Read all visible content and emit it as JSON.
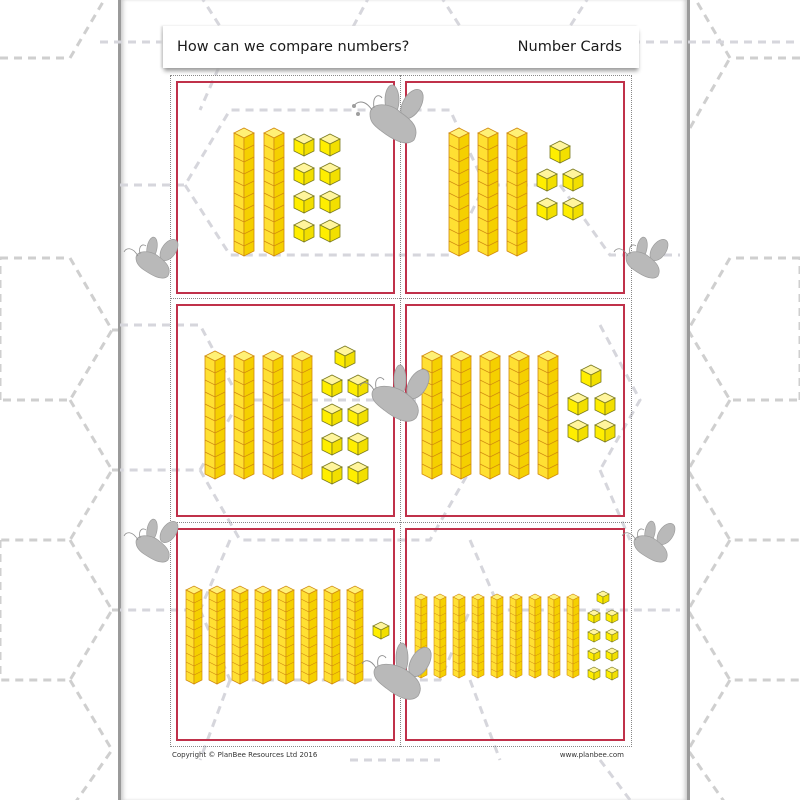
{
  "header": {
    "title": "How can we compare numbers?",
    "section": "Number Cards"
  },
  "cards": [
    {
      "id": 1,
      "tens": 2,
      "ones": 8,
      "value": 28
    },
    {
      "id": 2,
      "tens": 3,
      "ones": 5,
      "value": 35
    },
    {
      "id": 3,
      "tens": 4,
      "ones": 9,
      "value": 49
    },
    {
      "id": 4,
      "tens": 5,
      "ones": 5,
      "value": 55
    },
    {
      "id": 5,
      "tens": 8,
      "ones": 1,
      "value": 81
    },
    {
      "id": 6,
      "tens": 9,
      "ones": 9,
      "value": 99
    }
  ],
  "footer": {
    "copyright": "Copyright © PlanBee Resources Ltd 2016",
    "website": "www.planbee.com"
  },
  "colors": {
    "card_border": "#c0314a",
    "block_fill": "#ffe033",
    "block_stroke": "#d08a10",
    "cube_fill": "#ffee00",
    "cube_stroke": "#8a8a1a",
    "hex_pattern": "#c8c8cc",
    "bee": "#b9b9b9"
  },
  "icons": {
    "decoration": "bee-icon",
    "manipulative_ten": "tens-rod-icon",
    "manipulative_one": "unit-cube-icon"
  }
}
